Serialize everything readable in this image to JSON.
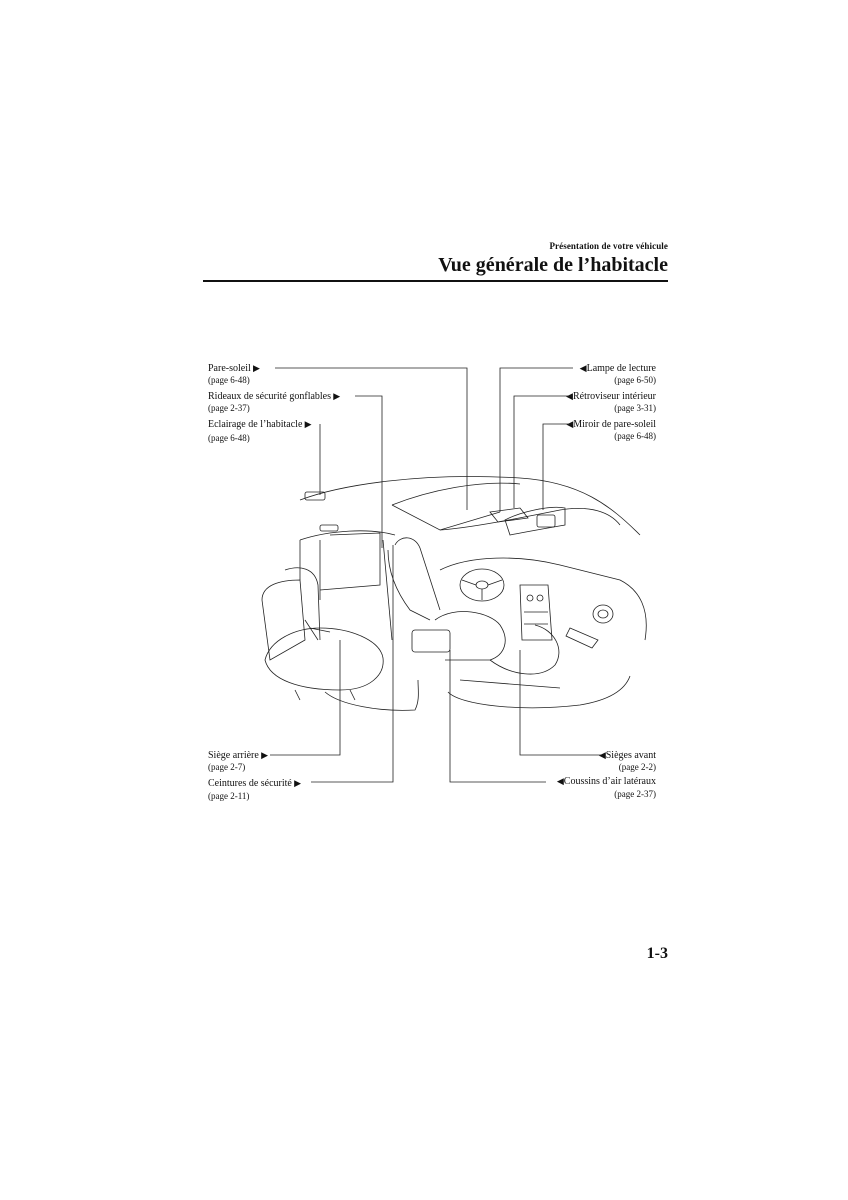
{
  "header": {
    "section": "Présentation de votre véhicule",
    "title": "Vue générale de l’habitacle"
  },
  "callouts": {
    "sun_visor": {
      "label": "Pare-soleil",
      "ref": "(page 6-48)"
    },
    "curtain_airbags": {
      "label": "Rideaux de sécurité gonflables",
      "ref": "(page 2-37)"
    },
    "cabin_lighting": {
      "label": "Eclairage de l’habitacle",
      "ref": "(page 6-48)"
    },
    "reading_lamp": {
      "label": "Lampe de lecture",
      "ref": "(page 6-50)"
    },
    "rearview_mirror": {
      "label": "Rétroviseur intérieur",
      "ref": "(page 3-31)"
    },
    "vanity_mirror": {
      "label": "Miroir de pare-soleil",
      "ref": "(page 6-48)"
    },
    "rear_seat": {
      "label": "Siège arrière",
      "ref": "(page 2-7)"
    },
    "seat_belts": {
      "label": "Ceintures de sécurité",
      "ref": "(page 2-11)"
    },
    "front_seats": {
      "label": "Sièges avant",
      "ref": "(page 2-2)"
    },
    "side_airbags": {
      "label": "Coussins d’air latéraux",
      "ref": "(page 2-37)"
    }
  },
  "page_number": "1-3"
}
